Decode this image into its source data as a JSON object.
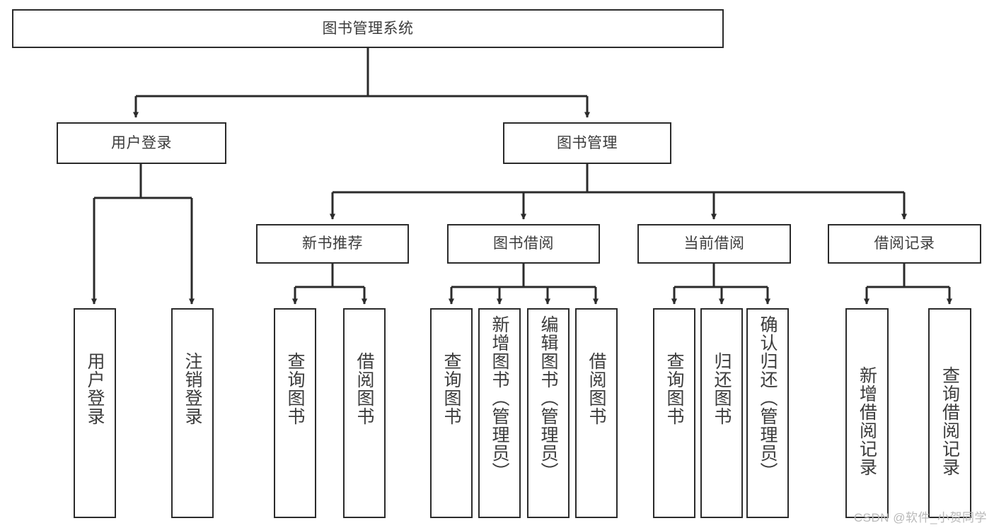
{
  "diagram": {
    "type": "tree-hierarchy-diagram",
    "title": "图书管理系统",
    "stroke_color": "#2b2b2b",
    "text_color": "#3c3c3c",
    "background_color": "#ffffff",
    "levels": 4,
    "nodes": {
      "root": {
        "label": "图书管理系统",
        "level": 1
      },
      "l2": [
        {
          "id": "user-login",
          "label": "用户登录",
          "level": 2
        },
        {
          "id": "book-management",
          "label": "图书管理",
          "level": 2
        }
      ],
      "l3": [
        {
          "id": "new-book-recommend",
          "label": "新书推荐",
          "level": 3,
          "parent": "book-management"
        },
        {
          "id": "book-borrow",
          "label": "图书借阅",
          "level": 3,
          "parent": "book-management"
        },
        {
          "id": "current-borrow",
          "label": "当前借阅",
          "level": 3,
          "parent": "book-management"
        },
        {
          "id": "borrow-record",
          "label": "借阅记录",
          "level": 3,
          "parent": "book-management"
        }
      ],
      "leaves": [
        {
          "id": "leaf-user-login",
          "label": "用户登录",
          "parent": "user-login"
        },
        {
          "id": "leaf-logout",
          "label": "注销登录",
          "parent": "user-login"
        },
        {
          "id": "leaf-query-book-1",
          "label": "查询图书",
          "parent": "new-book-recommend"
        },
        {
          "id": "leaf-borrow-book-1",
          "label": "借阅图书",
          "parent": "new-book-recommend"
        },
        {
          "id": "leaf-query-book-2",
          "label": "查询图书",
          "parent": "book-borrow"
        },
        {
          "id": "leaf-add-book",
          "label": "新增图书（管理员）",
          "parent": "book-borrow"
        },
        {
          "id": "leaf-edit-book",
          "label": "编辑图书（管理员）",
          "parent": "book-borrow"
        },
        {
          "id": "leaf-borrow-book-2",
          "label": "借阅图书",
          "parent": "book-borrow"
        },
        {
          "id": "leaf-query-book-3",
          "label": "查询图书",
          "parent": "current-borrow"
        },
        {
          "id": "leaf-return-book",
          "label": "归还图书",
          "parent": "current-borrow"
        },
        {
          "id": "leaf-confirm-return",
          "label": "确认归还（管理员）",
          "parent": "current-borrow"
        },
        {
          "id": "leaf-add-record",
          "label": "新增借阅记录",
          "parent": "borrow-record"
        },
        {
          "id": "leaf-query-record",
          "label": "查询借阅记录",
          "parent": "borrow-record"
        }
      ]
    }
  },
  "watermark": {
    "text": "CSDN @软件_小贺同学"
  }
}
